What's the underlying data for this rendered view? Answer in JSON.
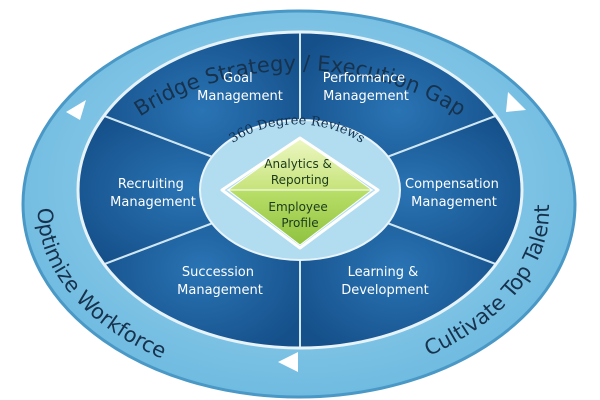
{
  "outer_ring": {
    "top": "Bridge Strategy / Execution Gap",
    "left": "Optimize Workforce",
    "right": "Cultivate Top Talent"
  },
  "inner_ring": {
    "label": "360 Degree Reviews"
  },
  "segments": {
    "goal": [
      "Goal",
      "Management"
    ],
    "performance": [
      "Performance",
      "Management"
    ],
    "recruiting": [
      "Recruiting",
      "Management"
    ],
    "compensation": [
      "Compensation",
      "Management"
    ],
    "succession": [
      "Succession",
      "Management"
    ],
    "learning": [
      "Learning &",
      "Development"
    ]
  },
  "center": {
    "top": [
      "Analytics &",
      "Reporting"
    ],
    "bottom": [
      "Employee",
      "Profile"
    ]
  },
  "colors": {
    "outer_ring": "#7cc4e6",
    "outer_ring_edge": "#4f9fcc",
    "segment_fill": "#1d5f9c",
    "segment_dark": "#174f85",
    "divider": "#cfe6f3",
    "inner_ring": "#a9d8ee",
    "center_top": "#d9ef9a",
    "center_bottom": "#a8d35a"
  },
  "icons": [
    "arrow-up-icon",
    "arrow-down-icon",
    "arrow-left-icon"
  ]
}
